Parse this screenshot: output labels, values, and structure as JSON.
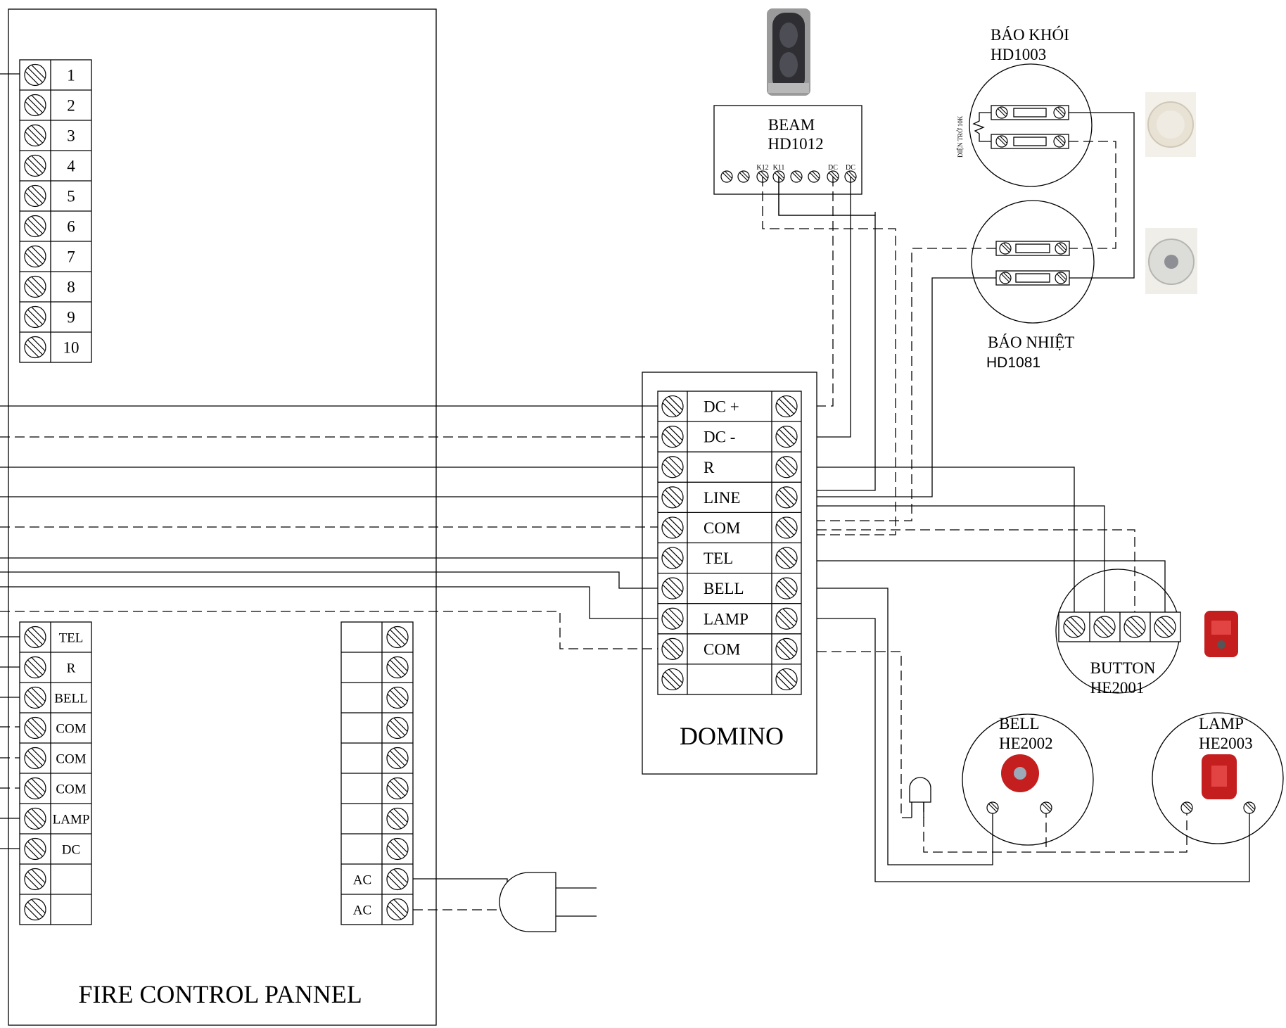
{
  "panel": {
    "title": "FIRE CONTROL PANNEL",
    "top_terminals": [
      "1",
      "2",
      "3",
      "4",
      "5",
      "6",
      "7",
      "8",
      "9",
      "10"
    ],
    "bottom_terminals": [
      "TEL",
      "R",
      "BELL",
      "COM",
      "COM",
      "COM",
      "LAMP",
      "DC",
      "",
      ""
    ],
    "power_terminals": [
      "",
      "",
      "",
      "",
      "",
      "",
      "",
      "",
      "AC",
      "AC"
    ]
  },
  "domino": {
    "title": "DOMINO",
    "terminals": [
      "DC +",
      "DC -",
      "R",
      "LINE",
      "COM",
      "TEL",
      "BELL",
      "LAMP",
      "COM",
      ""
    ]
  },
  "beam": {
    "name": "BEAM",
    "model": "HD1012",
    "pins": [
      "",
      "",
      "K12",
      "K11",
      "",
      "",
      "DC",
      "DC"
    ]
  },
  "smoke_detector": {
    "name": "BÁO KHÓI",
    "model": "HD1003",
    "resistor_label": "ĐIỆN TRỞ 10K"
  },
  "heat_detector": {
    "name": "BÁO NHIỆT",
    "model": "HD1081"
  },
  "button": {
    "name": "BUTTON",
    "model": "HE2001"
  },
  "bell": {
    "name": "BELL",
    "model": "HE2002"
  },
  "lamp": {
    "name": "LAMP",
    "model": "HE2003"
  },
  "colors": {
    "line": "#000000",
    "device_red": "#c41e1e",
    "detector_white": "#ebe6da"
  }
}
